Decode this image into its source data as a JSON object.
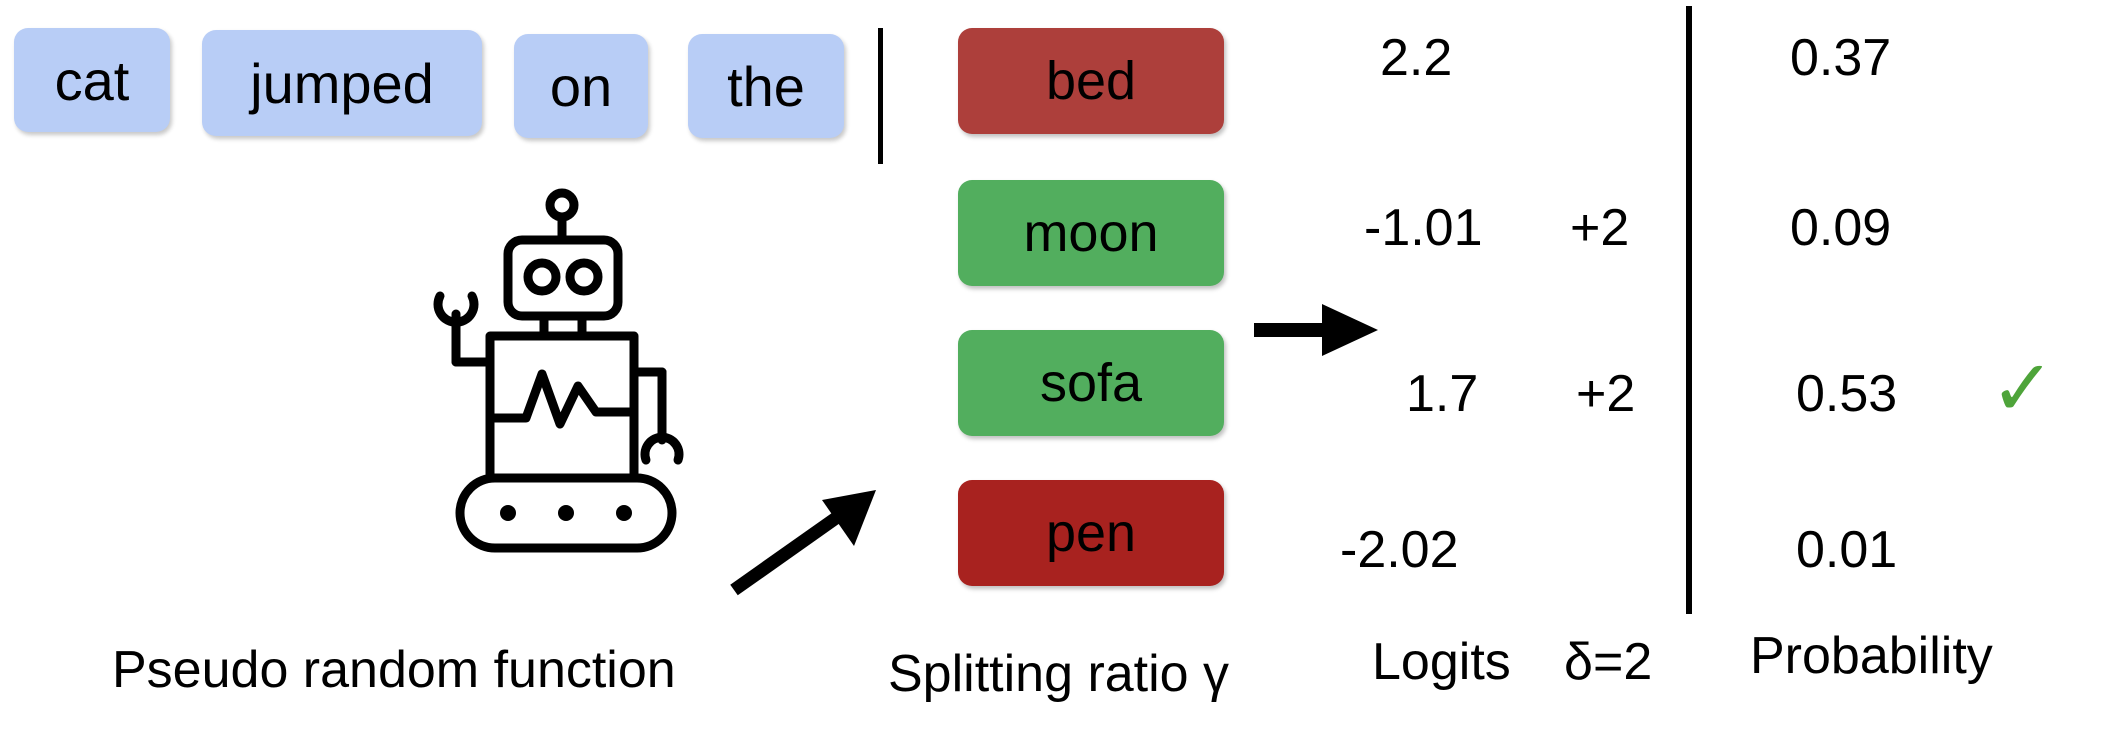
{
  "context_tokens": [
    "cat",
    "jumped",
    "on",
    "the"
  ],
  "candidates": [
    {
      "word": "bed",
      "list": "red",
      "logit": "2.2",
      "delta": "",
      "probability": "0.37"
    },
    {
      "word": "moon",
      "list": "green",
      "logit": "-1.01",
      "delta": "+2",
      "probability": "0.09"
    },
    {
      "word": "sofa",
      "list": "green",
      "logit": "1.7",
      "delta": "+2",
      "probability": "0.53"
    },
    {
      "word": "pen",
      "list": "red",
      "logit": "-2.02",
      "delta": "",
      "probability": "0.01"
    }
  ],
  "selected_mark": "✓",
  "labels": {
    "prf": "Pseudo random function",
    "splitting": "Splitting ratio γ",
    "logits": "Logits",
    "delta": "δ=2",
    "probability": "Probability"
  },
  "colors": {
    "token_bg": "#b8cdf6",
    "red_top": "#ad3f3b",
    "red_bottom": "#a8221f",
    "green": "#52ae5e",
    "check": "#4ea43a"
  },
  "icons": [
    "robot-icon",
    "arrow-right-icon",
    "arrow-diagonal-icon",
    "check-icon"
  ]
}
